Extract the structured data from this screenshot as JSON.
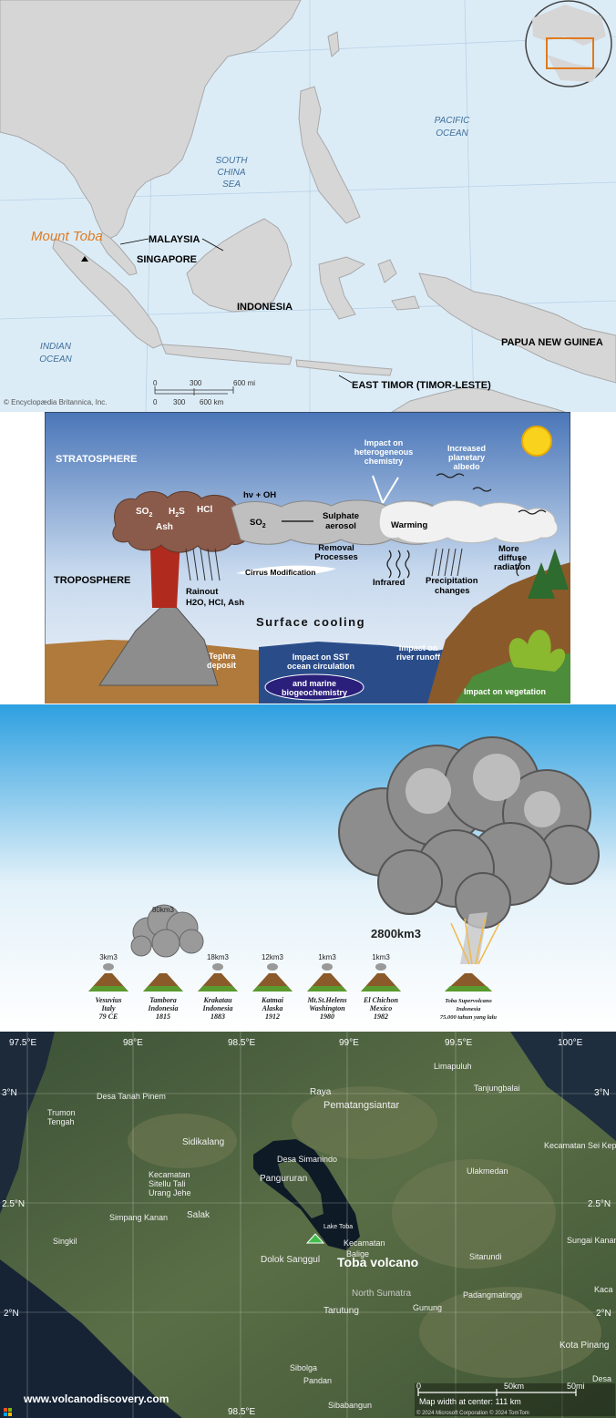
{
  "map1": {
    "labels": {
      "mount_toba": "Mount Toba",
      "malaysia": "MALAYSIA",
      "singapore": "SINGAPORE",
      "indonesia": "INDONESIA",
      "south_china_sea_1": "SOUTH",
      "south_china_sea_2": "CHINA",
      "south_china_sea_3": "SEA",
      "pacific_1": "PACIFIC",
      "pacific_2": "OCEAN",
      "indian_1": "INDIAN",
      "indian_2": "OCEAN",
      "png": "PAPUA NEW GUINEA",
      "east_timor": "EAST TIMOR (TIMOR-LESTE)",
      "copyright": "© Encyclopædia Britannica, Inc."
    },
    "scale": {
      "mi0": "0",
      "mi300": "300",
      "mi600": "600 mi",
      "km0": "0",
      "km300": "300",
      "km600": "600 km"
    },
    "colors": {
      "sea": "#dcecf7",
      "land": "#d6d6d6",
      "label_orange": "#e07b1f"
    }
  },
  "diagram": {
    "stratosphere": "STRATOSPHERE",
    "troposphere": "TROPOSPHERE",
    "so2_1": "SO",
    "so2_1_sub": "2",
    "h2s": "H",
    "h2s_sub": "2",
    "h2s_end": "S",
    "hcl": "HCl",
    "ash": "Ash",
    "hv_oh": "hν + OH",
    "so2_2": "SO",
    "so2_2_sub": "2",
    "sulphate_1": "Sulphate",
    "sulphate_2": "aerosol",
    "warming": "Warming",
    "impact_het_1": "Impact on",
    "impact_het_2": "heterogeneous",
    "impact_het_3": "chemistry",
    "albedo_1": "Increased",
    "albedo_2": "planetary",
    "albedo_3": "albedo",
    "removal_1": "Removal",
    "removal_2": "Processes",
    "cirrus": "Cirrus Modification",
    "rainout_1": "Rainout",
    "rainout_2": "H2O, HCl, Ash",
    "infrared": "Infrared",
    "precip_1": "Precipitation",
    "precip_2": "changes",
    "diffuse_1": "More",
    "diffuse_2": "diffuse",
    "diffuse_3": "radiation",
    "surface_cooling": "Surface cooling",
    "tephra_1": "Tephra",
    "tephra_2": "deposit",
    "sst_1": "Impact on SST",
    "sst_2": "ocean circulation",
    "marine_1": "and marine",
    "marine_2": "biogeochemistry",
    "runoff_1": "Impact on",
    "runoff_2": "river runoff",
    "vegetation": "Impact on vegetation"
  },
  "eruptions": {
    "toba_volume": "2800km3",
    "volcanoes": [
      {
        "volume": "3km3",
        "name": "Vesuvius",
        "country": "Italy",
        "year": "79 CE"
      },
      {
        "volume": "80km3",
        "name": "Tambora",
        "country": "Indonesia",
        "year": "1815"
      },
      {
        "volume": "18km3",
        "name": "Krakatau",
        "country": "Indonesia",
        "year": "1883"
      },
      {
        "volume": "12km3",
        "name": "Katmai",
        "country": "Alaska",
        "year": "1912"
      },
      {
        "volume": "1km3",
        "name": "Mt.St.Helens",
        "country": "Washington",
        "year": "1980"
      },
      {
        "volume": "1km3",
        "name": "El Chichon",
        "country": "Mexico",
        "year": "1982"
      },
      {
        "volume": "",
        "name": "Toba Supervolcano",
        "country": "Indonesia",
        "year": "75.000 tahun yang lalu"
      }
    ]
  },
  "satmap": {
    "lon_labels": [
      "97.5°E",
      "98°E",
      "98.5°E",
      "99°E",
      "99.5°E",
      "100°E"
    ],
    "lon_bottom": "98.5°E",
    "lat_labels": {
      "n3": "3°N",
      "n25": "2.5°N",
      "n2": "2°N"
    },
    "places": {
      "limapuluh": "Limapuluh",
      "raya": "Raya",
      "pematang": "Pematangsiantar",
      "tanjungbalai": "Tanjungbalai",
      "desa_tanah": "Desa Tanah Pinem",
      "trumon": "Trumon",
      "tengah": "Tengah",
      "sidikalang": "Sidikalang",
      "desa_sima": "Desa Simanindo",
      "pangururan": "Pangururan",
      "ulakmedan": "Ulakmedan",
      "kecamatan_sei": "Kecamatan Sei Kep",
      "kec_sitellu_1": "Kecamatan",
      "kec_sitellu_2": "Sitellu Tali",
      "kec_sitellu_3": "Urang Jehe",
      "simpang": "Simpang Kanan",
      "salak": "Salak",
      "laketoba": "Lake Toba",
      "singkil": "Singkil",
      "dolok": "Dolok Sanggul",
      "kec_balige_1": "Kecamatan",
      "kec_balige_2": "Balige",
      "sitarundi": "Sitarundi",
      "sungai": "Sungai Kanan",
      "kaca": "Kaca",
      "north_sumatra": "North Sumatra",
      "padang": "Padangmatinggi",
      "tarutung": "Tarutung",
      "gunung": "Gunung",
      "kota_pinang": "Kota Pinang",
      "sibolga": "Sibolga",
      "pandan": "Pandan",
      "sibabangun": "Sibabangun",
      "desa": "Desa"
    },
    "volcano_label": "Toba volcano",
    "site": "www.volcanodiscovery.com",
    "scale": {
      "km0": "0",
      "km50": "50km",
      "mi50": "50mi",
      "width_text": "Map width at center: 111 km"
    },
    "attribution": "© 2024 Microsoft Corporation © 2024 TomTom"
  }
}
